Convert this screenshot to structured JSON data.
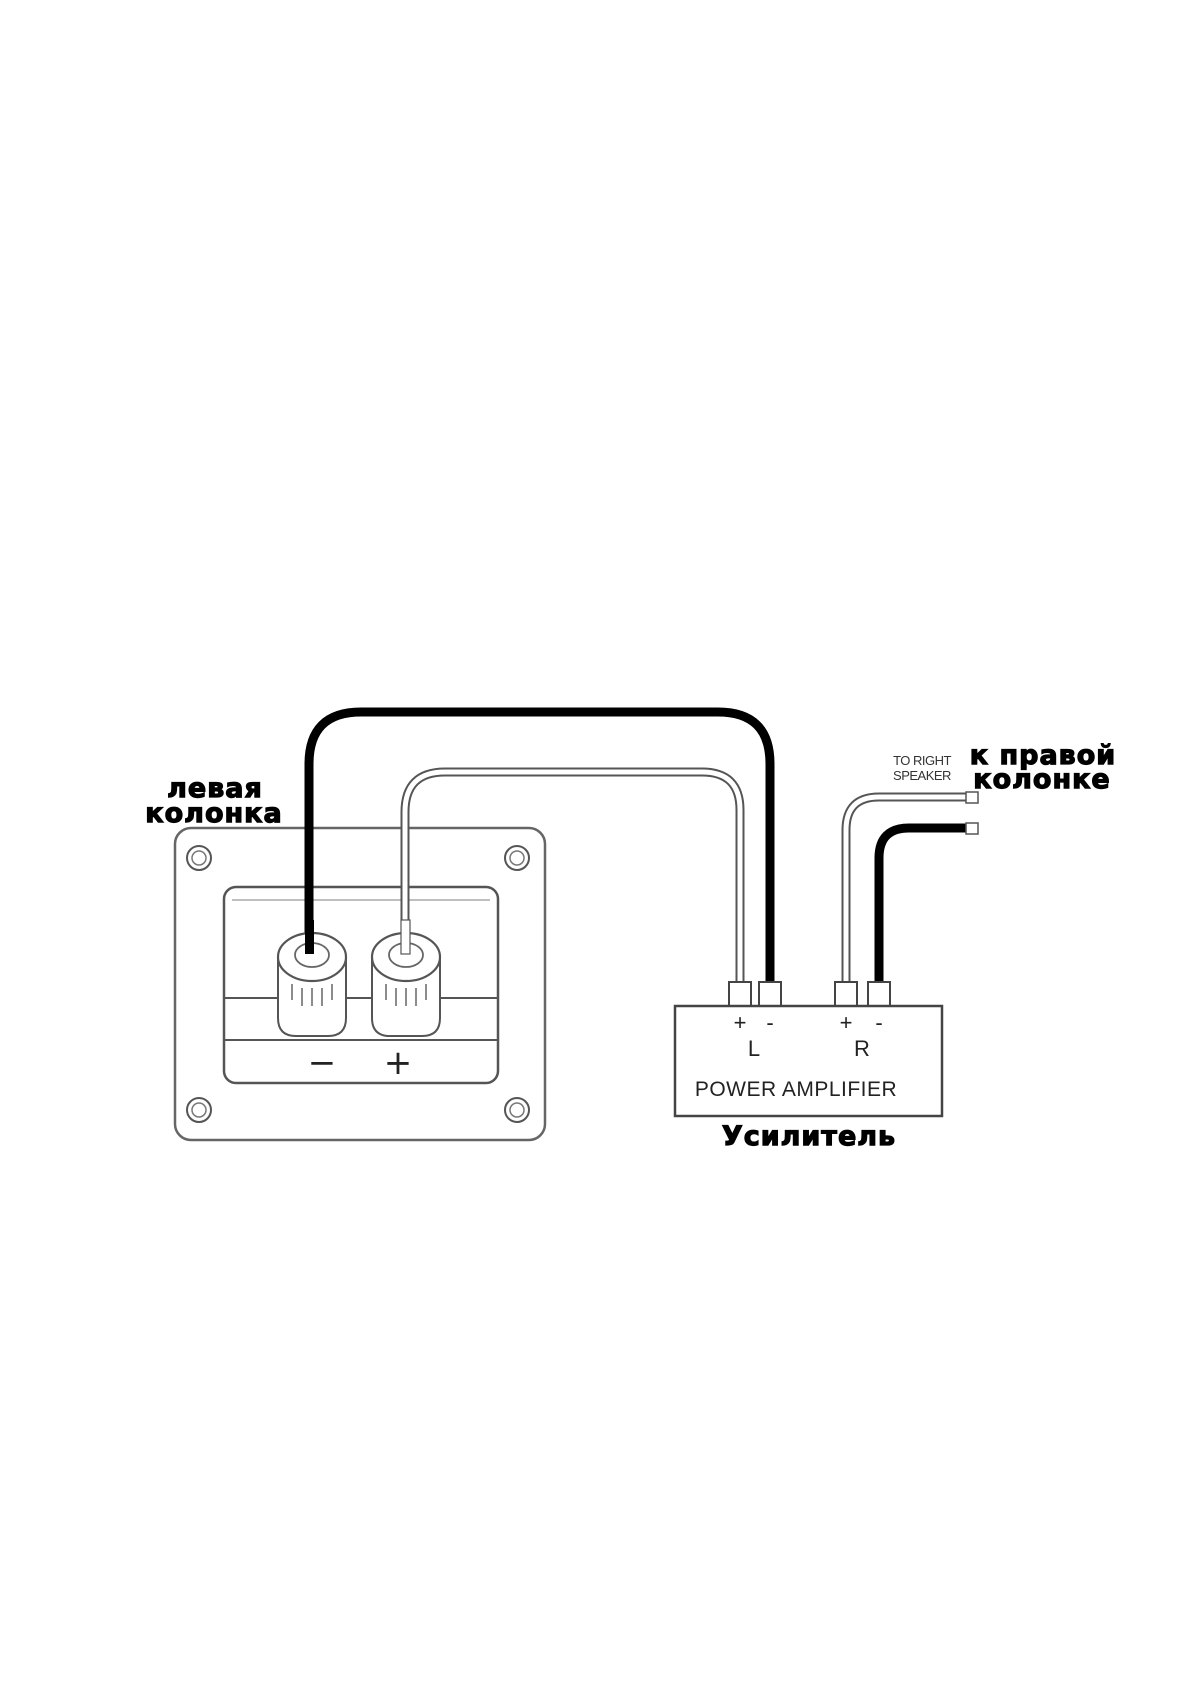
{
  "labels": {
    "left_speaker_line1": "левая",
    "left_speaker_line2": "колонка",
    "right_speaker_line1": "к правой",
    "right_speaker_line2": "колонке",
    "to_right_line1": "TO RIGHT",
    "to_right_line2": "SPEAKER",
    "amplifier_ru": "Усилитель"
  },
  "amplifier": {
    "title": "POWER AMPLIFIER",
    "channel_left": "L",
    "channel_right": "R",
    "plus": "+",
    "minus": "-"
  },
  "terminal_plate": {
    "minus_sign": "−",
    "plus_sign": "+"
  },
  "colors": {
    "black_wire": "#000000",
    "white_wire_outline": "#555555",
    "white_wire_fill": "#ffffff",
    "line": "#444444"
  }
}
